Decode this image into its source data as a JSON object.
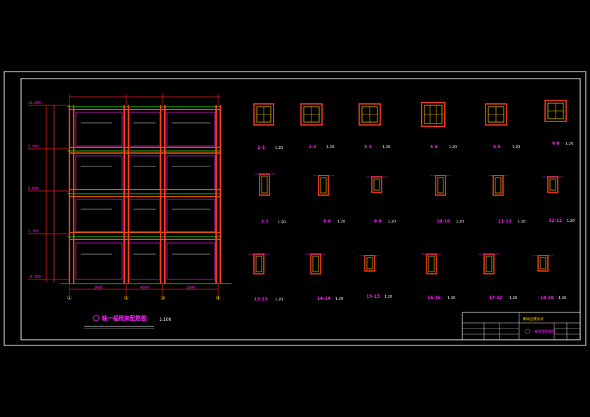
{
  "drawing": {
    "frame_title": "轴一榀框架配筋图",
    "frame_scale": "1:100",
    "axes": [
      "①",
      "②",
      "③",
      "④"
    ],
    "bay_dims": [
      "3600",
      "4500",
      "3600"
    ],
    "level_marks": [
      "13.200",
      "9.900",
      "6.600",
      "3.300",
      "-0.450"
    ]
  },
  "sections": {
    "columns": [
      {
        "label": "1-1",
        "scale": "1:20"
      },
      {
        "label": "2-2",
        "scale": "1:20"
      },
      {
        "label": "3-3",
        "scale": "1:20"
      },
      {
        "label": "4-4",
        "scale": "1:20"
      },
      {
        "label": "5-5",
        "scale": "1:20"
      },
      {
        "label": "6-6",
        "scale": "1:20"
      }
    ],
    "beams_row1": [
      {
        "label": "7-7",
        "scale": "1:20"
      },
      {
        "label": "8-8",
        "scale": "1:20"
      },
      {
        "label": "9-9",
        "scale": "1:20"
      },
      {
        "label": "10-10",
        "scale": "1:20"
      },
      {
        "label": "11-11",
        "scale": "1:20"
      },
      {
        "label": "12-12",
        "scale": "1:20"
      }
    ],
    "beams_row2": [
      {
        "label": "13-13",
        "scale": "1:20"
      },
      {
        "label": "14-14",
        "scale": "1:20"
      },
      {
        "label": "15-15",
        "scale": "1:20"
      },
      {
        "label": "16-16",
        "scale": "1:20"
      },
      {
        "label": "17-17",
        "scale": "1:20"
      },
      {
        "label": "18-18",
        "scale": "1:20"
      }
    ]
  },
  "title_block": {
    "project": "某综合楼设计",
    "drawing_name": "一榀框架配筋图"
  },
  "colors": {
    "background": "#000000",
    "border": "#ffffff",
    "column": "#ff3b1f",
    "rebar_yellow": "#ffd200",
    "green": "#22d400",
    "magenta": "#ff1fff",
    "dim_red": "#ff2020"
  }
}
